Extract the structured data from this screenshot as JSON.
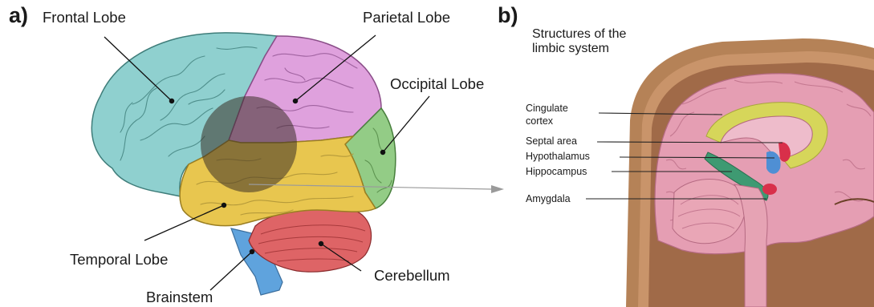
{
  "panel_a": {
    "letter": "a)",
    "labels": {
      "frontal": "Frontal Lobe",
      "parietal": "Parietal Lobe",
      "occipital": "Occipital Lobe",
      "temporal": "Temporal Lobe",
      "cerebellum": "Cerebellum",
      "brainstem": "Brainstem"
    },
    "colors": {
      "frontal": "#8fd0cf",
      "parietal": "#dfa1dd",
      "occipital": "#93cc86",
      "temporal": "#e8c64f",
      "cerebellum": "#de6466",
      "brainstem": "#5fa3dd",
      "overlay": "#3b2f26"
    }
  },
  "panel_b": {
    "letter": "b)",
    "heading": "Structures of the limbic system",
    "labels": {
      "cingulate": "Cingulate cortex",
      "septal": "Septal area",
      "hypothalamus": "Hypothalamus",
      "hippocampus": "Hippocampus",
      "amygdala": "Amygdala"
    },
    "colors": {
      "cingulate": "#d6d65a",
      "hippocampus": "#3e9a72",
      "hypothalamus": "#4f8fd4",
      "amygdala": "#d8304a",
      "head": "#b58257",
      "brain": "#e59eb3"
    }
  }
}
